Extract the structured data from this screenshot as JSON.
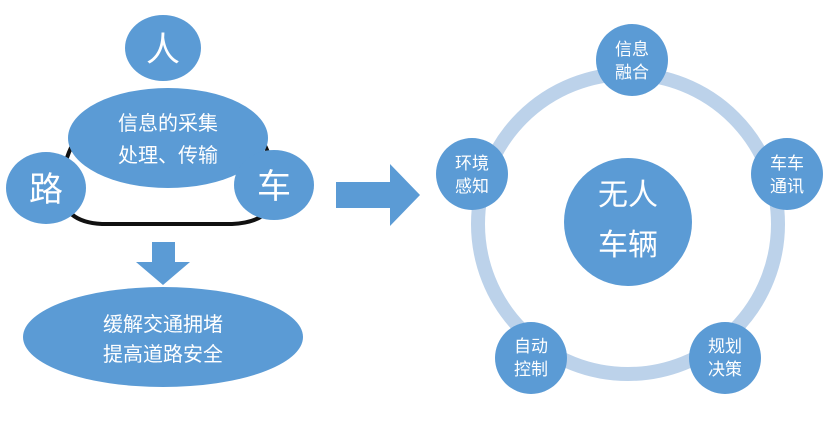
{
  "colors": {
    "node_fill": "#5b9bd5",
    "ring_stroke": "#bcd2ea",
    "arc_stroke": "#111111",
    "arrow_fill": "#5b9bd5",
    "text": "#ffffff"
  },
  "left_diagram": {
    "top_node": "人",
    "left_node": "路",
    "right_node": "车",
    "center_lines": [
      "信息的采集",
      "处理、传输"
    ],
    "result_lines": [
      "缓解交通拥堵",
      "提高道路安全"
    ]
  },
  "right_diagram": {
    "center_lines": [
      "无人",
      "车辆"
    ],
    "nodes": [
      {
        "lines": [
          "信息",
          "融合"
        ]
      },
      {
        "lines": [
          "车车",
          "通讯"
        ]
      },
      {
        "lines": [
          "规划",
          "决策"
        ]
      },
      {
        "lines": [
          "自动",
          "控制"
        ]
      },
      {
        "lines": [
          "环境",
          "感知"
        ]
      }
    ]
  }
}
